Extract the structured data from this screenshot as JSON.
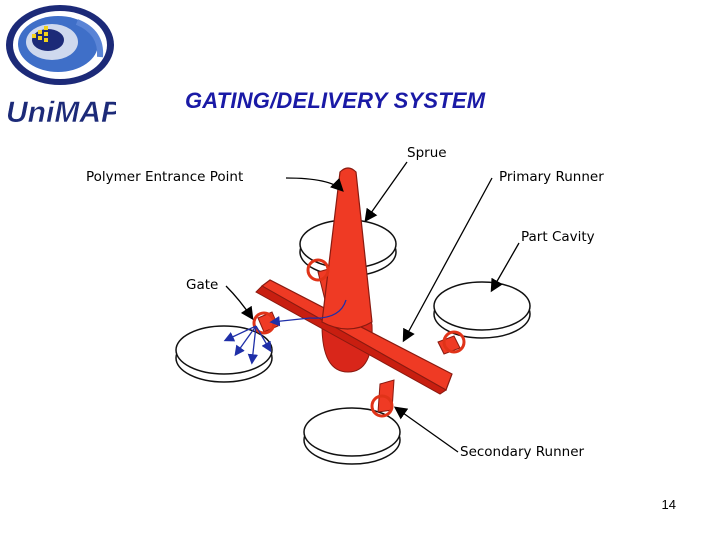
{
  "slide": {
    "title": "GATING/DELIVERY SYSTEM",
    "page_number": "14"
  },
  "logo": {
    "text": "UniMAP"
  },
  "labels": {
    "sprue": "Sprue",
    "polymer_entrance_point": "Polymer Entrance Point",
    "primary_runner": "Primary Runner",
    "part_cavity": "Part Cavity",
    "gate": "Gate",
    "secondary_runner": "Secondary Runner"
  },
  "colors": {
    "title": "#1a1aa6",
    "runner": "#ef3a24",
    "sprue_dark": "#c81e10",
    "gate_circle": "#e03318",
    "flow_arrows": "#1f2fa8",
    "cavity_fill": "#ffffff",
    "cavity_edge": "#111111"
  }
}
